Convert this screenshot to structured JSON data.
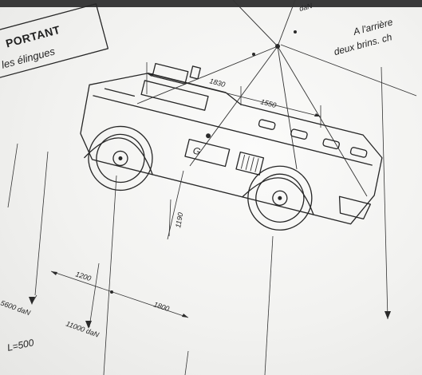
{
  "header": {
    "title_fragment": "PORTANT",
    "subtitle_fragment": "r les élingues"
  },
  "notes": {
    "line1": "A  l'arrière",
    "line2": "deux brins.  ch",
    "top_load_label": "daN"
  },
  "dimensions": {
    "top_left": "1830",
    "top_right": "1550",
    "height": "1190",
    "bottom_left": "1200",
    "bottom_right": "1800",
    "length_label": "L=500"
  },
  "loads": {
    "front": "5600  daN",
    "rear": "11000  daN"
  },
  "vehicle": {
    "hatch_letter": "G"
  }
}
